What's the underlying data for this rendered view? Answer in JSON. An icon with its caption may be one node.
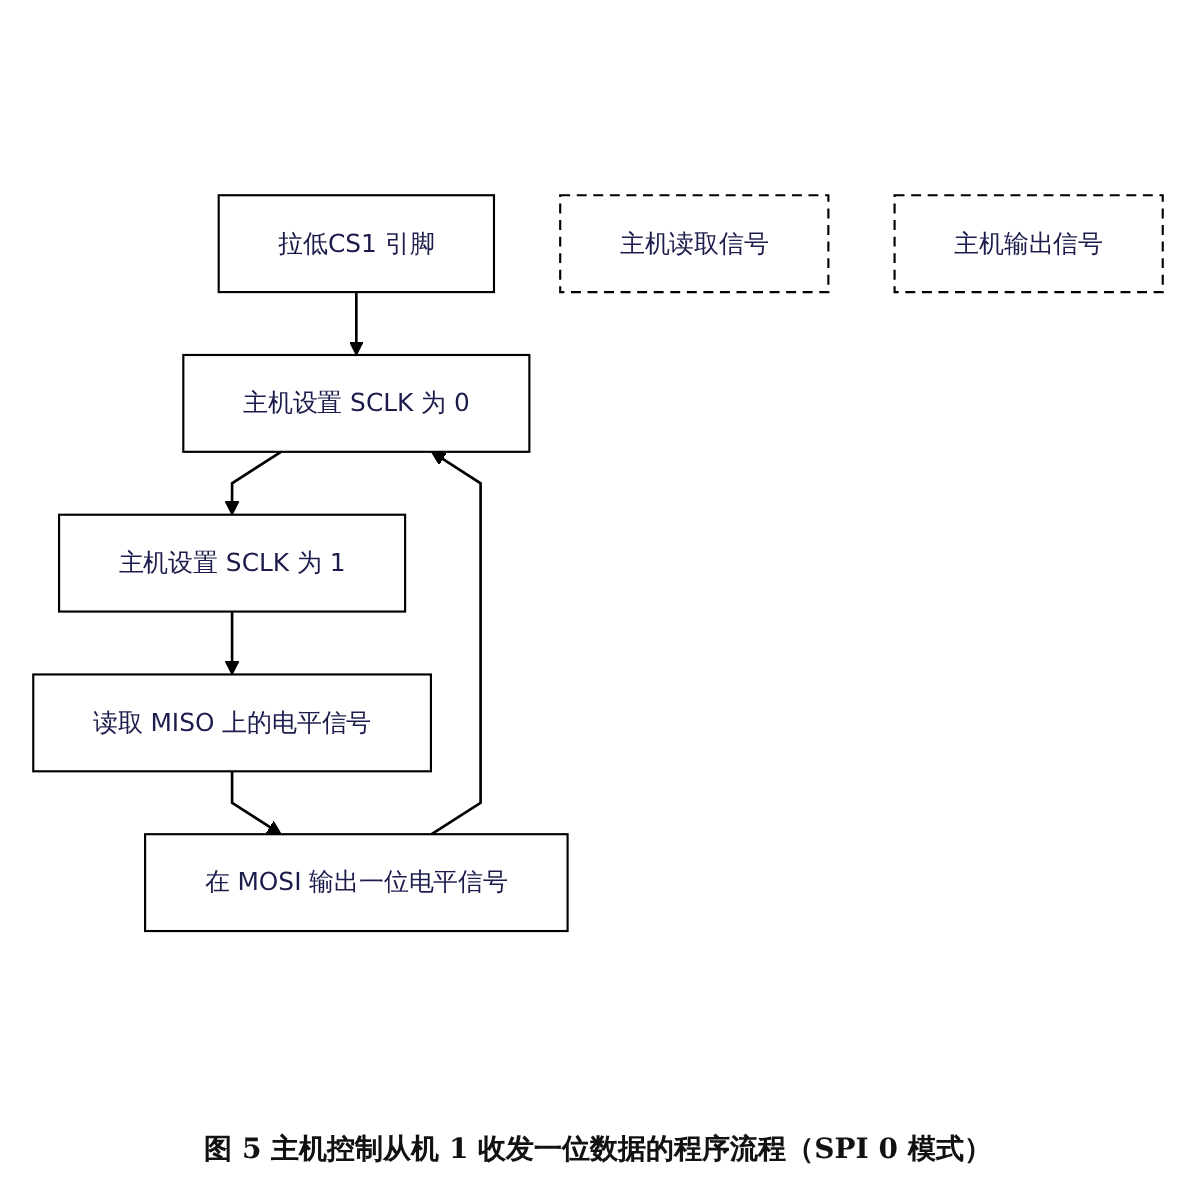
{
  "diagram": {
    "caption": "图 5 主机控制从机 1 收发一位数据的程序流程（SPI 0 模式）",
    "nodes": [
      {
        "text": [
          "拉低CS1 引脚"
        ]
      },
      {
        "text": [
          "主机设置 SCLK 为 0"
        ]
      },
      {
        "text": [
          "主机设置 SCLK 为 1"
        ]
      },
      {
        "text": [
          "读取 MISO 上的电平信号"
        ]
      },
      {
        "text": [
          "在 MOSI 输出一位电平信号"
        ]
      },
      {
        "text": [
          "主机读取信号"
        ]
      },
      {
        "text": [
          "主机输出信号"
        ]
      }
    ],
    "edges": [
      {
        "from": 0,
        "to": 1,
        "arrow": "to"
      },
      {
        "from": 1,
        "to": 2,
        "arrow": "to"
      },
      {
        "from": 2,
        "to": 3,
        "arrow": "to"
      },
      {
        "from": 3,
        "to": 4,
        "arrow": "to"
      },
      {
        "from": 4,
        "to": 1,
        "arrow": "to"
      }
    ]
  }
}
